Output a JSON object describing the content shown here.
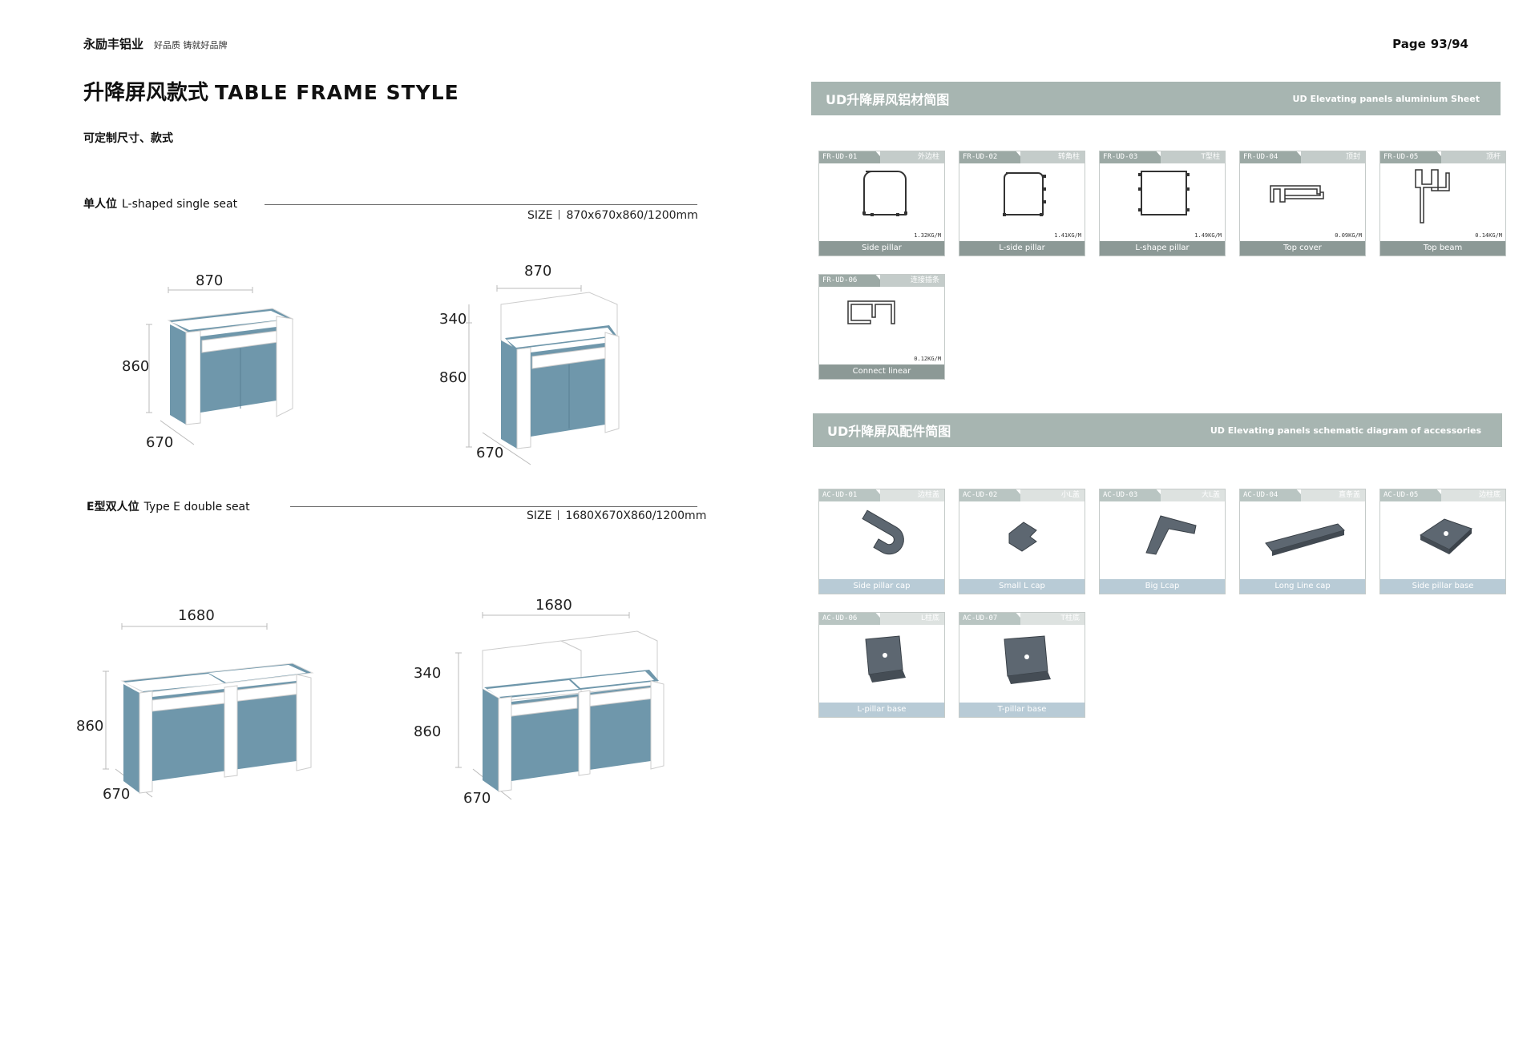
{
  "header": {
    "brand": "永励丰铝业",
    "slogan": "好品质 铸就好品牌",
    "page_label": "Page",
    "page_number": "93/94",
    "title_cn": "升降屏风款式",
    "title_en": "TABLE FRAME STYLE",
    "subtitle": "可定制尺寸、款式"
  },
  "single_seat": {
    "label_cn": "单人位",
    "label_en": "L-shaped single seat",
    "size_label": "SIZE",
    "size_value": "870x670x860/1200mm",
    "dims_a": {
      "width": "870",
      "height": "860",
      "depth": "670"
    },
    "dims_b": {
      "width": "870",
      "screen": "340",
      "height": "860",
      "depth": "670"
    }
  },
  "double_seat": {
    "label_cn": "E型双人位",
    "label_en": "Type E double seat",
    "size_label": "SIZE",
    "size_value": "1680X670X860/1200mm",
    "dims_a": {
      "width": "1680",
      "height": "860",
      "depth": "670"
    },
    "dims_b": {
      "width": "1680",
      "screen": "340",
      "height": "860",
      "depth": "670"
    }
  },
  "aluminium_section": {
    "title_cn": "UD升降屏风铝材简图",
    "title_en": "UD Elevating panels aluminium Sheet",
    "items": [
      {
        "code": "FR-UD-01",
        "cn": "外边柱",
        "weight": "1.32KG/M",
        "name": "Side pillar",
        "icon": "side-pillar-profile"
      },
      {
        "code": "FR-UD-02",
        "cn": "转角柱",
        "weight": "1.41KG/M",
        "name": "L-side pillar",
        "icon": "l-side-pillar-profile"
      },
      {
        "code": "FR-UD-03",
        "cn": "T型柱",
        "weight": "1.49KG/M",
        "name": "L-shape pillar",
        "icon": "l-shape-pillar-profile"
      },
      {
        "code": "FR-UD-04",
        "cn": "顶封",
        "weight": "0.09KG/M",
        "name": "Top cover",
        "icon": "top-cover-profile"
      },
      {
        "code": "FR-UD-05",
        "cn": "顶杆",
        "weight": "0.14KG/M",
        "name": "Top beam",
        "icon": "top-beam-profile"
      },
      {
        "code": "FR-UD-06",
        "cn": "连接插条",
        "weight": "0.12KG/M",
        "name": "Connect linear",
        "icon": "connect-linear-profile"
      }
    ]
  },
  "accessory_section": {
    "title_cn": "UD升降屏风配件简图",
    "title_en": "UD Elevating panels schematic diagram of accessories",
    "items": [
      {
        "code": "AC-UD-01",
        "cn": "边柱盖",
        "name": "Side pillar cap",
        "icon": "side-pillar-cap"
      },
      {
        "code": "AC-UD-02",
        "cn": "小L盖",
        "name": "Small L cap",
        "icon": "small-l-cap"
      },
      {
        "code": "AC-UD-03",
        "cn": "大L盖",
        "name": "Big Lcap",
        "icon": "big-l-cap"
      },
      {
        "code": "AC-UD-04",
        "cn": "直条盖",
        "name": "Long Line cap",
        "icon": "long-line-cap"
      },
      {
        "code": "AC-UD-05",
        "cn": "边柱底",
        "name": "Side pillar base",
        "icon": "side-pillar-base"
      },
      {
        "code": "AC-UD-06",
        "cn": "L柱底",
        "name": "L-pillar base",
        "icon": "l-pillar-base"
      },
      {
        "code": "AC-UD-07",
        "cn": "T柱底",
        "name": "T-pillar base",
        "icon": "t-pillar-base"
      }
    ]
  },
  "colors": {
    "band": "#a7b5b1",
    "desk_blue": "#6f97ab",
    "desk_white": "#ffffff",
    "part_grey": "#5c6670"
  }
}
